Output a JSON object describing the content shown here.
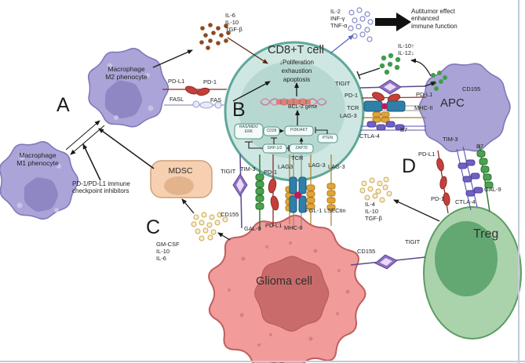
{
  "letters": {
    "a": "A",
    "b": "B",
    "c": "C",
    "d": "D"
  },
  "cells": {
    "m2_title": "Macrophage\nM2 phenocyte",
    "m1_title": "Macrophage\nM1 phenocyte",
    "cd8_title": "CD8+T cell",
    "cd8_state": "↓Poliferation\nexhaustion\napoptosis",
    "apc_title": "APC",
    "treg_title": "Treg",
    "glioma_title": "Glioma cell",
    "mdsc_title": "MDSC"
  },
  "cytokines": {
    "m2_secreted": "IL-6\nIL-10\nTGF-β",
    "cd8_secreted": "IL-2\nINF-γ\nTNF-α",
    "apc_secreted": "IL-10↑\nIL-12↓",
    "mdsc_recruiting": "GM-CSF\nIL-10\nIL-6",
    "treg_secreted": "IL-4\nIL-10\nTGF-β"
  },
  "annotations": {
    "outcome": "Autitumor effect\nenhanced\nimmune function",
    "checkpoint_inhibitors": "PD-1/PD-L1 immune\ncheckpoint inhibitors",
    "gene": "BCL-2 gene"
  },
  "receptor_labels": {
    "m2_pdl1": "PD-L1",
    "m2_pd1": "PD-1",
    "fasl": "FASL",
    "fas": "FAS",
    "apc_tigit": "TIGIT",
    "apc_pd1": "PD-1",
    "apc_tcr": "TCR",
    "apc_lag3": "LAG-3",
    "apc_ctla4": "CTLA-4",
    "apc_b7": "B7",
    "apc_pdl1": "PD-L1",
    "apc_mhc2": "MHC-II",
    "apc_cd155": "CD155",
    "gl_tigit": "TIGIT",
    "gl_tim3": "TIM-3",
    "gl_pd1": "PD-1",
    "gl_lag3a": "LAG3",
    "gl_tcr": "TCR",
    "gl_lag3b": "LAG-3",
    "gl_lag3c": "LAG-3",
    "gl_cd155": "CD155",
    "gl_gal9": "GAL-9",
    "gl_pdl1": "PD-L1",
    "gl_mhc2": "MHC-II",
    "gl_fgl1": "FGL-1",
    "gl_lsectin": "LSECtin",
    "tr_cd155": "CD155",
    "tr_tigit": "TIGIT",
    "tr_pdl1": "PD-L1",
    "tr_tim3": "TIM-3",
    "tr_b7": "B7",
    "tr_pd1": "PD-1",
    "tr_ctla4": "CTLA-4",
    "tr_gal9": "GAL-9"
  },
  "signaling": {
    "ras": "RAS/MEK/\nERK",
    "cd28": "CD28",
    "pi3k": "PI3K/AKT",
    "pten": "PTEN",
    "shp": "SHP-1/2",
    "zap70": "ZAP70"
  },
  "colors": {
    "cd8_fill": "#cfe7e2",
    "cd8_stroke": "#5fa89a",
    "macrophage": "#aaa4d8",
    "apc": "#a9a3d6",
    "treg": "#abd3ab",
    "treg_nucleus": "#63a873",
    "glioma": "#f19b9b",
    "glioma_nucleus": "#c96b6b",
    "mdsc": "#f6d0b0",
    "tigit": "#8d6fc0",
    "tim3": "#4aa34f",
    "pd1": "#c4403a",
    "lag3": "#e2a437",
    "mhc": "#2f7fa8",
    "ctla4": "#6f61c4",
    "brown_dot": "#8a4a21",
    "blue_dot": "#8089c9",
    "yellow_dot": "#cfa84f",
    "green_dot": "#3f9e4e",
    "arrow": "#1a1a1a"
  }
}
